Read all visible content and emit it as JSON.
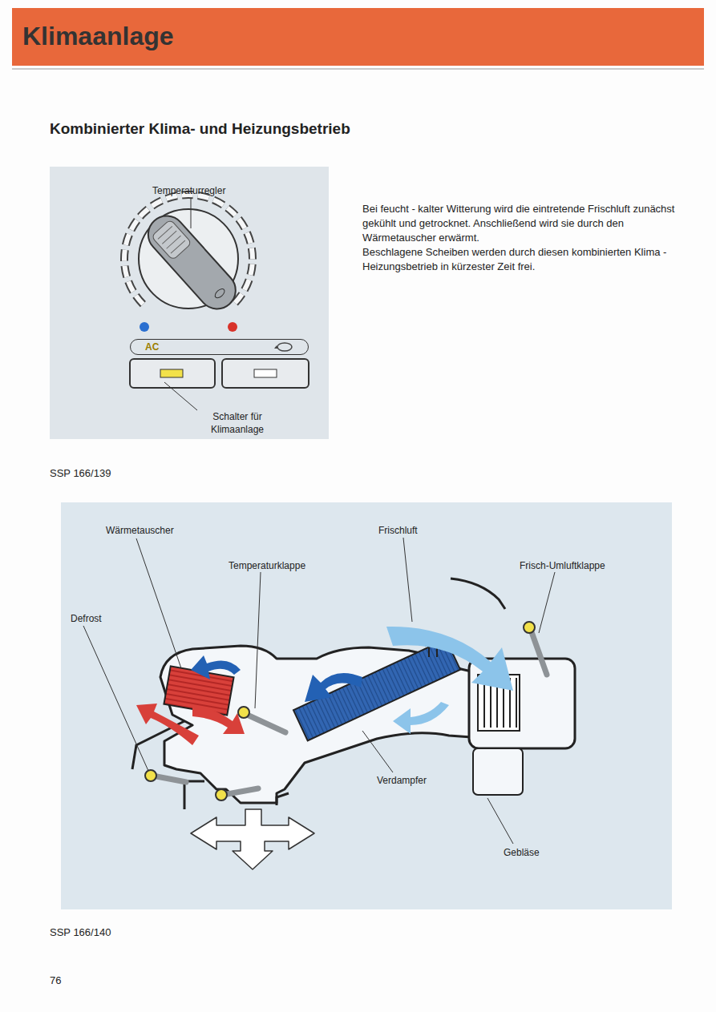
{
  "diagram": {
    "title": "Klimaanlage",
    "nodes": [
      {
        "text": [
          "AC"
        ]
      }
    ],
    "labels": [
      "Kombinierter Klima- und Heizungsbetrieb",
      "Temperaturregler",
      "Schalter für Klimaanlage",
      "SSP 166/139",
      "Bei feucht - kalter Witterung wird die eintretende Frischluft zunächst gekühlt und getrocknet. Anschließend wird sie durch den Wärmetauscher erwärmt.",
      "Beschlagene Scheiben werden durch diesen kombinierten Klima - Heizungsbetrieb in kürzester Zeit frei.",
      "Wärmetauscher",
      "Temperaturklappe",
      "Frischluft",
      "Frisch-Umluftklappe",
      "Defrost",
      "Verdampfer",
      "Gebläse",
      "SSP 166/140",
      "76"
    ]
  }
}
